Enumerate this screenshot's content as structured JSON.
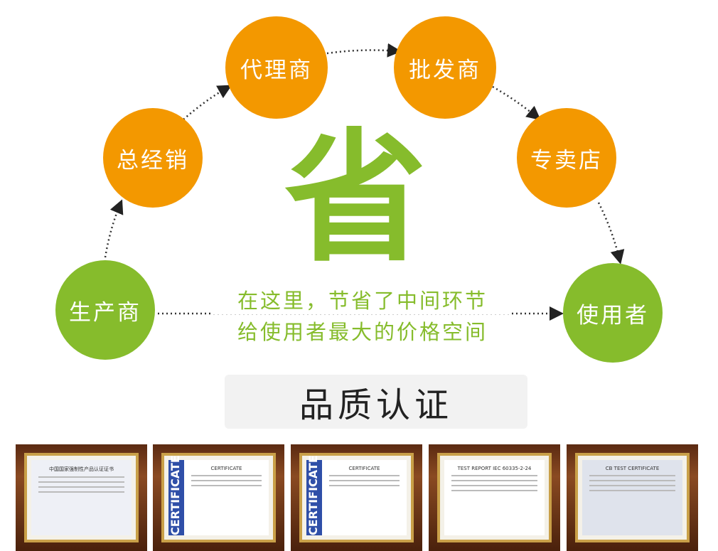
{
  "flow": {
    "nodes": [
      {
        "label": "生产商"
      },
      {
        "label": "总经销"
      },
      {
        "label": "代理商"
      },
      {
        "label": "批发商"
      },
      {
        "label": "专卖店"
      },
      {
        "label": "使用者"
      }
    ],
    "center_char": "省",
    "tagline_1": "在这里，节省了中间环节",
    "tagline_2": "给使用者最大的价格空间"
  },
  "colors": {
    "orange": "#f39800",
    "green": "#86bc2c"
  },
  "quality": {
    "title": "品质认证",
    "certificates": [
      {
        "title": "中国国家强制性产品认证证书"
      },
      {
        "title": "CERTIFICATE",
        "band": "CERTIFICATE"
      },
      {
        "title": "CERTIFICATE",
        "band": "CERTIFICATE"
      },
      {
        "title": "TEST REPORT IEC 60335-2-24"
      },
      {
        "title": "CB TEST CERTIFICATE"
      }
    ]
  }
}
